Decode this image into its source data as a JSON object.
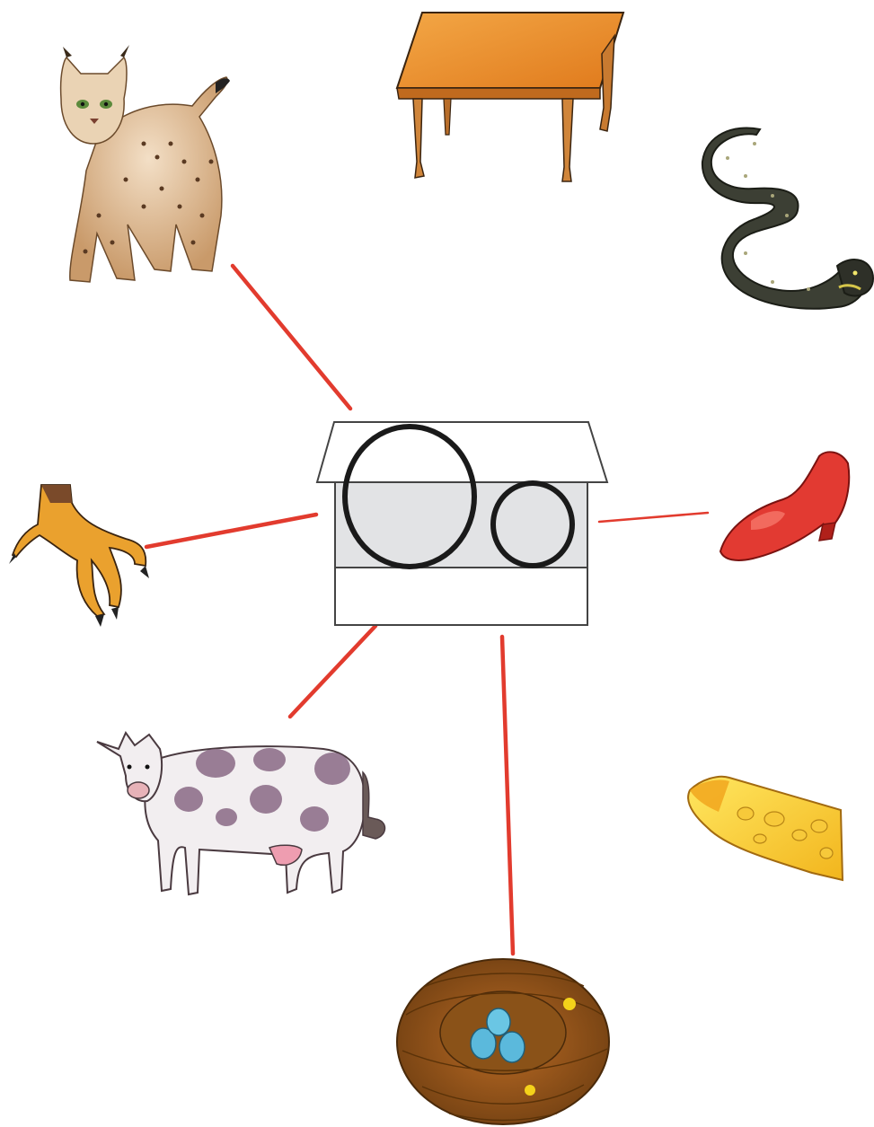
{
  "worksheet": {
    "letter_big": "O",
    "letter_small": "o",
    "line_color": "#e23b2e",
    "house_stroke_color": "#444444",
    "house_window_fill": "#e2e3e5",
    "letter_outline_color": "#1a1a1a",
    "items": [
      {
        "id": "lynx",
        "icon": "lynx-icon",
        "connected": true
      },
      {
        "id": "table",
        "icon": "table-icon",
        "connected": false
      },
      {
        "id": "snake",
        "icon": "snake-icon",
        "connected": false
      },
      {
        "id": "bird-claw",
        "icon": "bird-claw-icon",
        "connected": true
      },
      {
        "id": "shoe",
        "icon": "shoe-icon",
        "connected": true
      },
      {
        "id": "cow",
        "icon": "cow-icon",
        "connected": true
      },
      {
        "id": "cheese",
        "icon": "cheese-icon",
        "connected": false
      },
      {
        "id": "nest",
        "icon": "nest-icon",
        "connected": true
      }
    ]
  }
}
